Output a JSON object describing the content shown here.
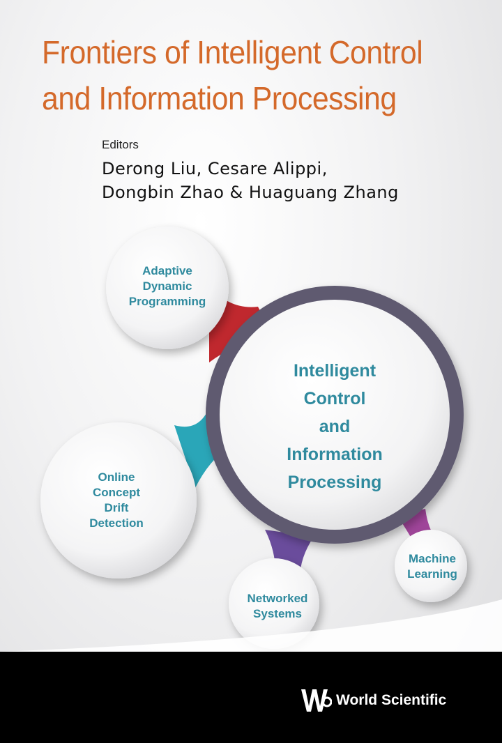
{
  "cover": {
    "title_lines": [
      "Frontiers of Intelligent Control",
      "and Information Processing"
    ],
    "editors_label": "Editors",
    "editor_lines": [
      "Derong Liu, Cesare Alippi,",
      "Dongbin Zhao & Huaguang Zhang"
    ]
  },
  "diagram": {
    "center": [
      "Intelligent",
      "Control",
      "and",
      "Information",
      "Processing"
    ],
    "adp": [
      "Adaptive",
      "Dynamic",
      "Programming"
    ],
    "ocd": [
      "Online",
      "Concept",
      "Drift",
      "Detection"
    ],
    "net": [
      "Networked",
      "Systems"
    ],
    "ml": [
      "Machine",
      "Learning"
    ]
  },
  "publisher": {
    "name": "World Scientific",
    "logo_icon": "ws-logo-icon"
  },
  "colors": {
    "title": "#d4692a",
    "label": "#2f8a9e",
    "ring": "#5e5a70",
    "connector_red": "#c0282e",
    "connector_teal": "#2aa6b8",
    "connector_purple": "#6a4c9c",
    "connector_magenta": "#a0459a"
  }
}
